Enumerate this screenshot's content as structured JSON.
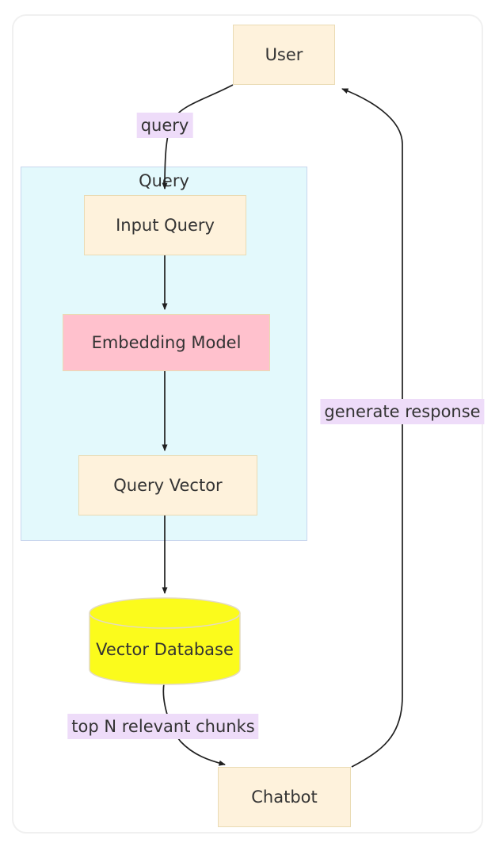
{
  "diagram": {
    "type": "flowchart-top-down",
    "subgraph": {
      "label": "Query"
    },
    "nodes": {
      "user": {
        "label": "User",
        "shape": "rect",
        "fill": "#FEF2DC"
      },
      "input_query": {
        "label": "Input Query",
        "shape": "rect",
        "fill": "#FEF2DC"
      },
      "embedding_model": {
        "label": "Embedding Model",
        "shape": "rect",
        "fill": "#FFC1CD"
      },
      "query_vector": {
        "label": "Query Vector",
        "shape": "rect",
        "fill": "#FEF2DC"
      },
      "vector_database": {
        "label": "Vector Database",
        "shape": "cylinder",
        "fill": "#FBFB1C"
      },
      "chatbot": {
        "label": "Chatbot",
        "shape": "rect",
        "fill": "#FEF2DC"
      }
    },
    "edges": [
      {
        "from": "User",
        "to": "Input Query",
        "label": "query"
      },
      {
        "from": "Input Query",
        "to": "Embedding Model",
        "label": ""
      },
      {
        "from": "Embedding Model",
        "to": "Query Vector",
        "label": ""
      },
      {
        "from": "Query Vector",
        "to": "Vector Database",
        "label": ""
      },
      {
        "from": "Vector Database",
        "to": "Chatbot",
        "label": "top N relevant chunks"
      },
      {
        "from": "Chatbot",
        "to": "User",
        "label": "generate response"
      }
    ],
    "edge_labels": {
      "query": "query",
      "top_n": "top N relevant chunks",
      "generate_response": "generate response"
    },
    "colors": {
      "node_fill": "#FEF2DC",
      "node_border": "#EADBB4",
      "embedding_fill": "#FFC1CD",
      "database_fill": "#FBFB1C",
      "subgraph_fill": "#E3F9FC",
      "subgraph_border": "#C8D6EE",
      "edge_label_bg": "#EEDCF9",
      "text": "#333333",
      "line": "#1F1F1F",
      "frame_border": "#F0F0F0"
    }
  }
}
